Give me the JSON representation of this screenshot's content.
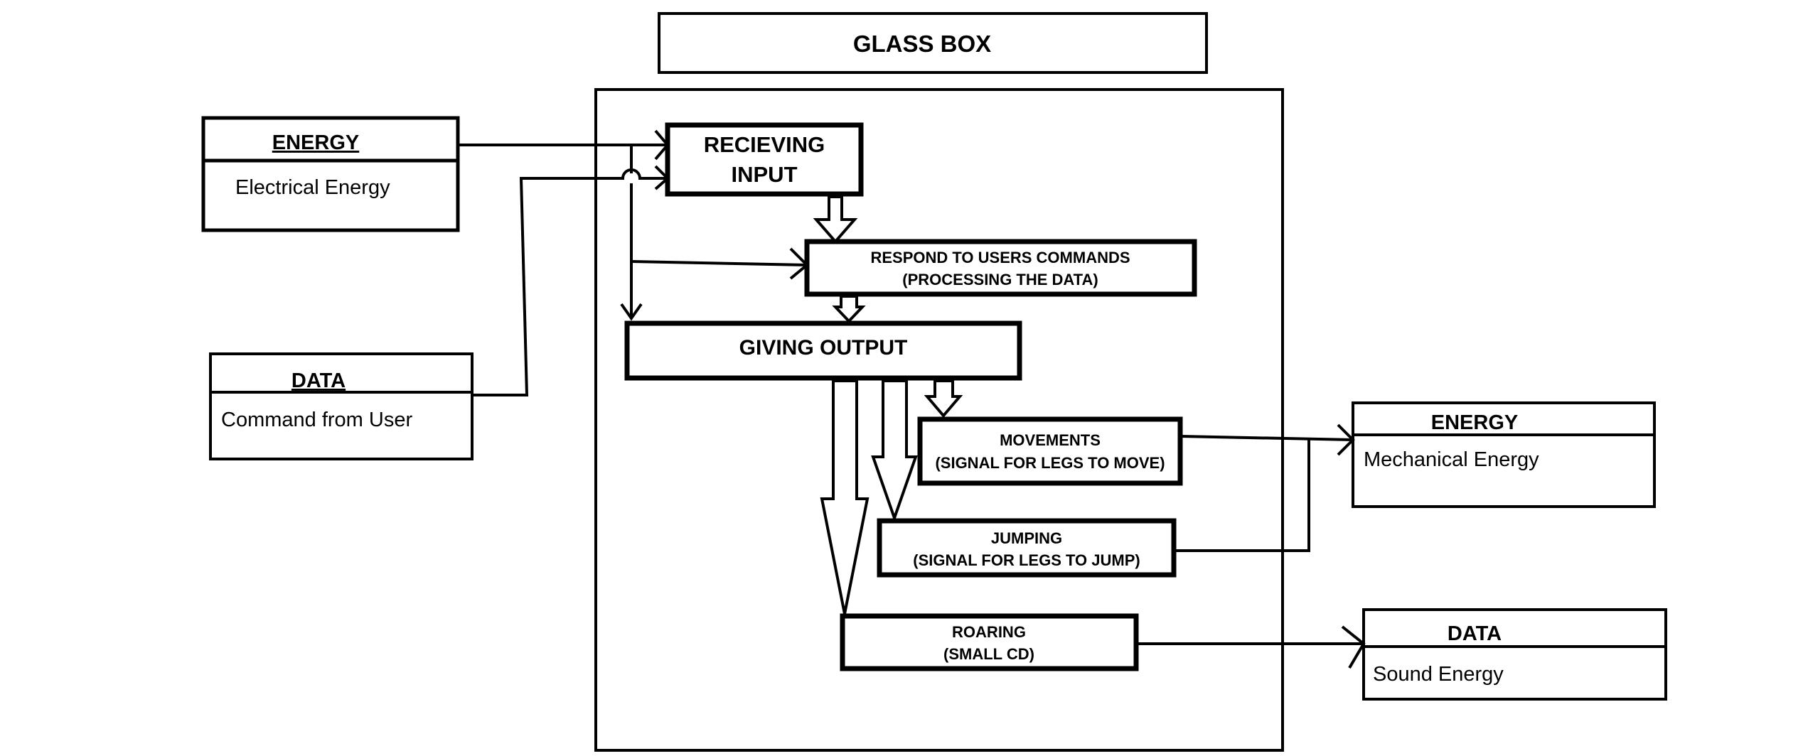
{
  "title": "GLASS BOX",
  "inputs": {
    "energy": {
      "header": "ENERGY",
      "value": "Electrical Energy"
    },
    "data": {
      "header": "DATA",
      "value": "Command from User"
    }
  },
  "process": {
    "receiving": {
      "line1": "RECIEVING",
      "line2": "INPUT"
    },
    "respond": {
      "line1": "RESPOND TO USERS COMMANDS",
      "line2": "(PROCESSING THE DATA)"
    },
    "output": {
      "label": "GIVING OUTPUT"
    },
    "movements": {
      "line1": "MOVEMENTS",
      "line2": "(SIGNAL FOR LEGS TO MOVE)"
    },
    "jumping": {
      "line1": "JUMPING",
      "line2": "(SIGNAL FOR LEGS TO JUMP)"
    },
    "roaring": {
      "line1": "ROARING",
      "line2": "(SMALL CD)"
    }
  },
  "outputs": {
    "energy": {
      "header": "ENERGY",
      "value": "Mechanical Energy"
    },
    "data": {
      "header": "DATA",
      "value": "Sound Energy"
    }
  }
}
